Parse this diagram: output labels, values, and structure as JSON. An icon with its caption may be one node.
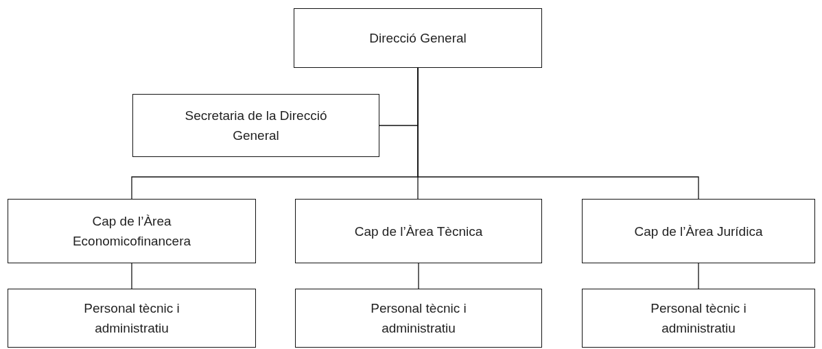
{
  "diagram": {
    "nodes": [
      {
        "text": [
          "Direcció General"
        ]
      },
      {
        "text": [
          "Secretaria de la Direcció General"
        ]
      },
      {
        "text": [
          "Cap de l’Àrea Economicofinancera"
        ]
      },
      {
        "text": [
          "Cap de l’Àrea Tècnica"
        ]
      },
      {
        "text": [
          "Cap de l’Àrea Jurídica"
        ]
      },
      {
        "text": [
          "Personal tècnic i administratiu"
        ]
      },
      {
        "text": [
          "Personal tècnic i administratiu"
        ]
      },
      {
        "text": [
          "Personal tècnic i administratiu"
        ]
      }
    ],
    "edges": [
      {
        "from": 0,
        "to": 1,
        "arrow": "none"
      },
      {
        "from": 0,
        "to": 2,
        "arrow": "none"
      },
      {
        "from": 0,
        "to": 3,
        "arrow": "none"
      },
      {
        "from": 0,
        "to": 4,
        "arrow": "none"
      },
      {
        "from": 2,
        "to": 5,
        "arrow": "none"
      },
      {
        "from": 3,
        "to": 6,
        "arrow": "none"
      },
      {
        "from": 4,
        "to": 7,
        "arrow": "none"
      }
    ]
  }
}
